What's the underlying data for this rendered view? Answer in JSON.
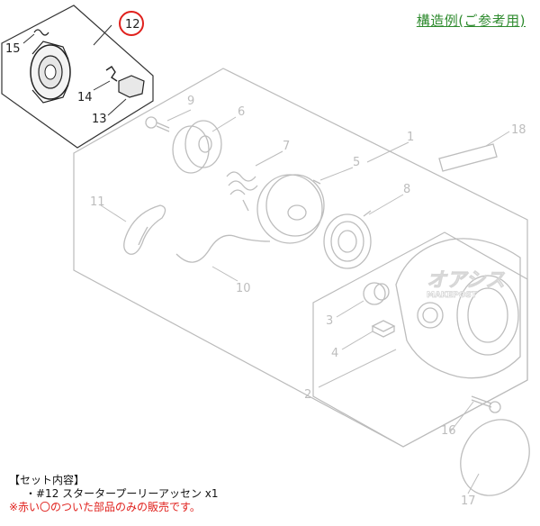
{
  "caption": "構造例(ご参考用)",
  "set_contents": {
    "title": "【セット内容】",
    "items": [
      "・#12 スタータープーリーアッセン x1"
    ],
    "note": "※赤い〇のついた部品のみの販売です。"
  },
  "parts": {
    "p1": "1",
    "p2": "2",
    "p3": "3",
    "p4": "4",
    "p5": "5",
    "p6": "6",
    "p7": "7",
    "p8": "8",
    "p9": "9",
    "p10": "10",
    "p11": "11",
    "p12": "12",
    "p13": "13",
    "p14": "14",
    "p15": "15",
    "p16": "16",
    "p17": "17",
    "p18": "18"
  },
  "highlighted_part": "12",
  "watermark": {
    "line1": "オアシス",
    "line2": "MAKEPOST"
  },
  "colors": {
    "caption": "#2f8b2f",
    "highlight_circle": "#e0201c",
    "note": "#e0201c",
    "faded_part": "#bdbdbd",
    "active_part": "#222222"
  }
}
